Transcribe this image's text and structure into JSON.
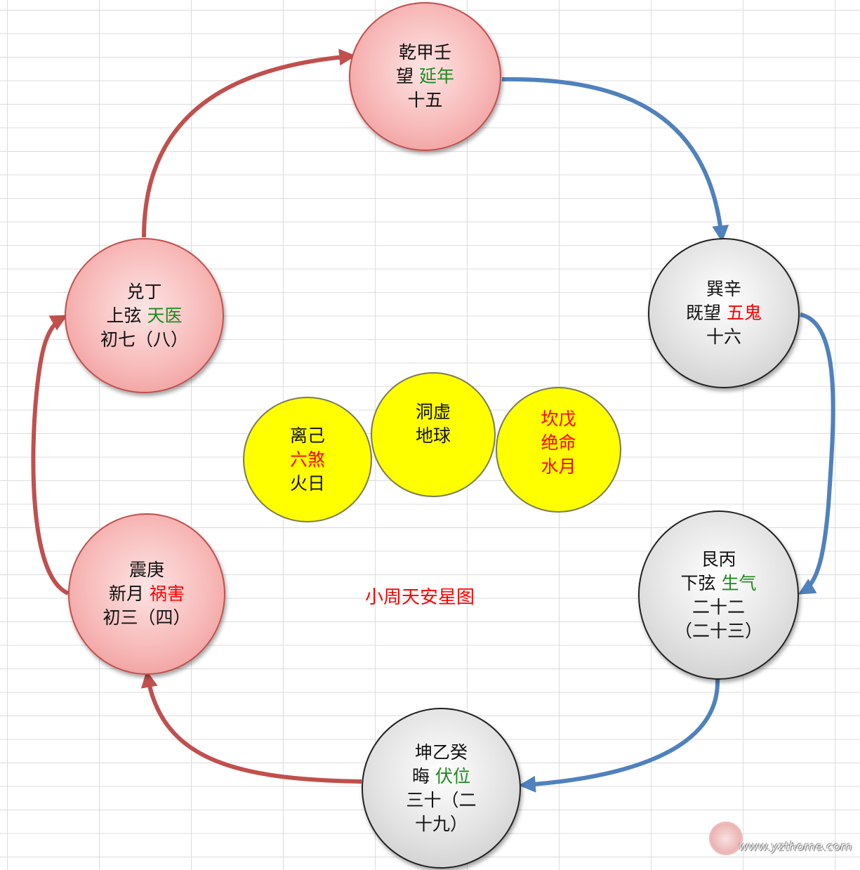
{
  "title": "小周天安星图",
  "nodes": {
    "qian": {
      "line1": "乾甲壬",
      "line2a": "望",
      "line2b": "延年",
      "line3": "十五"
    },
    "xun": {
      "line1": "巽辛",
      "line2a": "既望",
      "line2b": "五鬼",
      "line3": "十六"
    },
    "gen": {
      "line1": "艮丙",
      "line2a": "下弦",
      "line2b": "生气",
      "line3": "二十二",
      "line4": "（二十三）"
    },
    "kun": {
      "line1": "坤乙癸",
      "line2a": "晦",
      "line2b": "伏位",
      "line3": "三十（二",
      "line4": "十九）"
    },
    "zhen": {
      "line1": "震庚",
      "line2a": "新月",
      "line2b": "祸害",
      "line3": "初三（四）"
    },
    "dui": {
      "line1": "兑丁",
      "line2a": "上弦",
      "line2b": "天医",
      "line3": "初七（八）"
    }
  },
  "center": {
    "li": {
      "line1": "离己",
      "line2": "六煞",
      "line3": "火日"
    },
    "earth": {
      "line1": "洞虚",
      "line2": "地球"
    },
    "kan": {
      "line1": "坎戊",
      "line2": "绝命",
      "line3": "水月"
    }
  },
  "watermark": {
    "text": "www.yzthome.com"
  },
  "colors": {
    "red_arrow": "#c0504d",
    "blue_arrow": "#4f81bd",
    "green_text": "#1e8a1e",
    "red_text": "#ff0000"
  }
}
